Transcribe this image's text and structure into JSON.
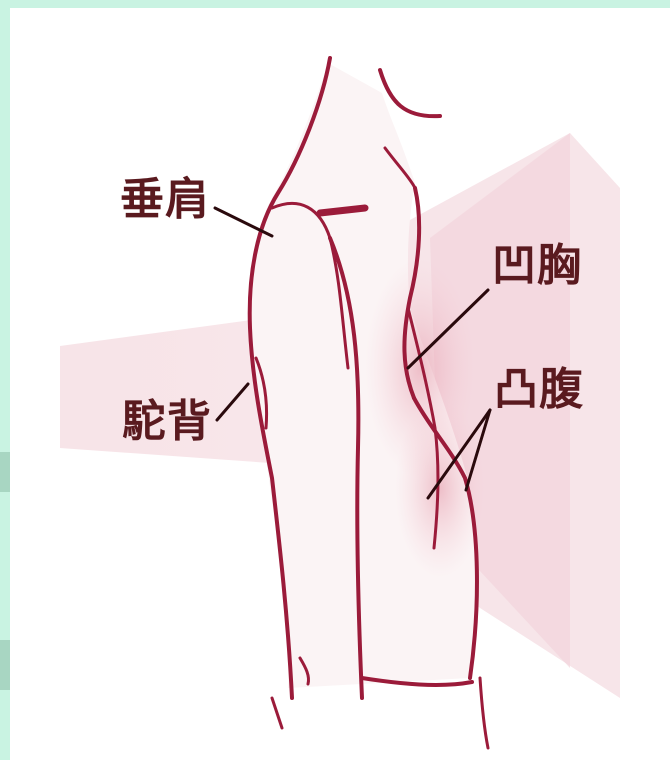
{
  "labels": {
    "drooping_shoulder": "垂肩",
    "hunchback": "駝背",
    "sunken_chest": "凹胸",
    "protruding_abdomen": "凸腹"
  },
  "colors": {
    "background": "#c9f3e2",
    "outline": "#9b1b3a",
    "label_text": "#5a1a1f",
    "shading": "#f3d6dc"
  }
}
